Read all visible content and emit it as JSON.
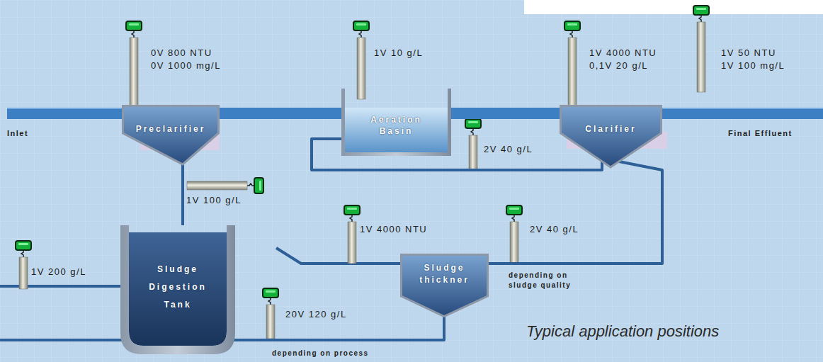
{
  "diagram": {
    "nodes": [
      {
        "text": [
          "Preclarifier"
        ]
      },
      {
        "text": [
          "Aeration Basin"
        ]
      },
      {
        "text": [
          "Clarifier"
        ]
      },
      {
        "text": [
          "Sludge thickner"
        ]
      },
      {
        "text": [
          "Sludge Digestion Tank"
        ]
      }
    ],
    "edges": [
      {
        "from": 0,
        "to": 1,
        "arrow": "none"
      },
      {
        "from": 1,
        "to": 2,
        "arrow": "none"
      },
      {
        "from": 0,
        "to": 4,
        "arrow": "none"
      },
      {
        "from": 2,
        "to": 1,
        "arrow": "none"
      },
      {
        "from": 2,
        "to": 3,
        "arrow": "none"
      },
      {
        "from": 3,
        "to": 4,
        "arrow": "none"
      }
    ],
    "labels": [
      "Inlet",
      "Final Effluent",
      "0V 800 NTU",
      "0V 1000 mg/L",
      "1V 10 g/L",
      "1V 4000 NTU",
      "0,1V 20 g/L",
      "1V 50 NTU",
      "1V 100 mg/L",
      "2V 40 g/L",
      "1V 100 g/L",
      "1V 4000 NTU",
      "2V 40 g/L",
      "depending on sludge quality",
      "1V 200 g/L",
      "20V 120 g/L",
      "depending on process",
      "Typical application positions"
    ]
  }
}
